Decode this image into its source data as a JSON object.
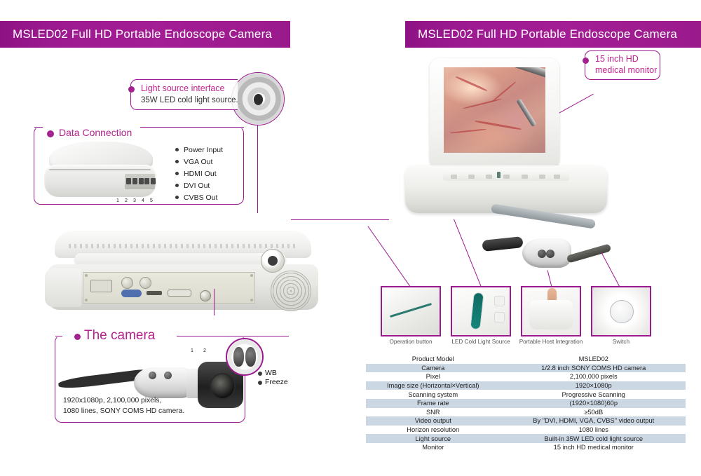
{
  "document": {
    "type": "product-datasheet",
    "accent_color": "#9c1a90",
    "background": "#ffffff"
  },
  "left_panel": {
    "header": "MSLED02 Full HD Portable Endoscope Camera",
    "light_source_callout": {
      "title": "Light source interface",
      "subtitle": "35W LED cold light source."
    },
    "data_connection_callout": {
      "title": "Data Connection",
      "ports": [
        "Power Input",
        "VGA Out",
        "HDMI Out",
        "DVI Out",
        "CVBS Out"
      ]
    },
    "camera_section": {
      "title": "The camera",
      "description_line1": "1920x1080p,  2,100,000 pixels,",
      "description_line2": "1080 lines, SONY COMS HD camera.",
      "button_labels": [
        "WB",
        "Freeze"
      ]
    }
  },
  "right_panel": {
    "header": "MSLED02 Full HD Portable Endoscope Camera",
    "monitor_callout": {
      "line1": "15 inch HD",
      "line2": "medical monitor"
    },
    "thumbnails": [
      {
        "caption": "Operation button"
      },
      {
        "caption": "LED Cold Light Source"
      },
      {
        "caption": "Portable Host Integration"
      },
      {
        "caption": "Switch"
      }
    ],
    "spec_table": {
      "rows": [
        {
          "key": "Product Model",
          "value": "MSLED02"
        },
        {
          "key": "Camera",
          "value": "1/2.8 inch SONY COMS HD camera"
        },
        {
          "key": "Pixel",
          "value": "2,100,000 pixels"
        },
        {
          "key": "Image size (Horizontal×Vertical)",
          "value": "1920×1080p"
        },
        {
          "key": "Scanning system",
          "value": "Progressive Scanning"
        },
        {
          "key": "Frame rate",
          "value": "(1920×1080)60p"
        },
        {
          "key": "SNR",
          "value": "≥50dB"
        },
        {
          "key": "Video output",
          "value": "By \"DVI, HDMI, VGA, CVBS\" video output"
        },
        {
          "key": "Horizon resolution",
          "value": "1080 lines"
        },
        {
          "key": "Light source",
          "value": "Built-in 35W LED cold light source"
        },
        {
          "key": "Monitor",
          "value": "15 inch HD medical monitor"
        }
      ]
    }
  }
}
